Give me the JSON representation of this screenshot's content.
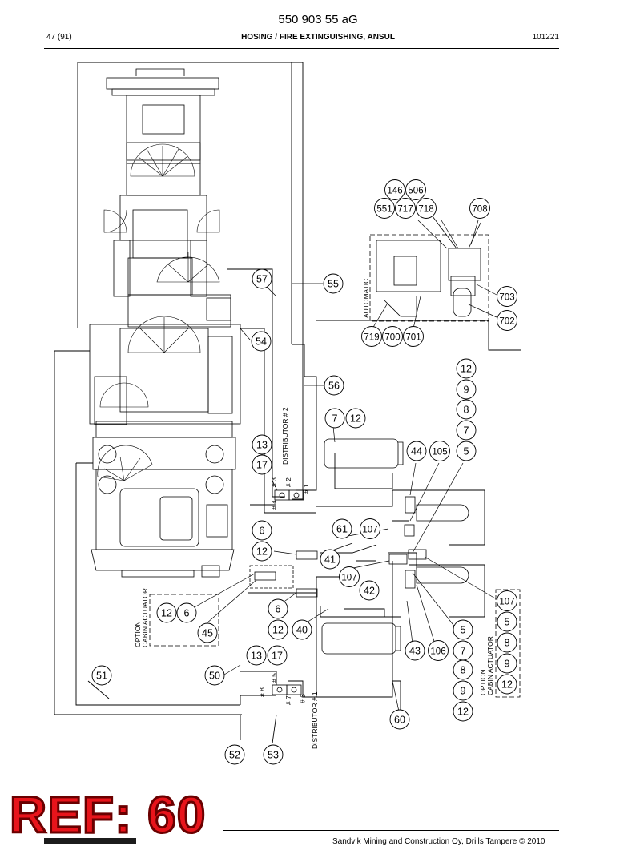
{
  "header": {
    "doc_number": "550 903 55 aG",
    "page": "47 (91)",
    "title": "HOSING / FIRE EXTINGUISHING, ANSUL",
    "date_code": "101221"
  },
  "callouts": [
    {
      "id": "c57",
      "label": "57"
    },
    {
      "id": "c55",
      "label": "55"
    },
    {
      "id": "c54",
      "label": "54"
    },
    {
      "id": "c56",
      "label": "56"
    },
    {
      "id": "c146",
      "label": "146"
    },
    {
      "id": "c506",
      "label": "506"
    },
    {
      "id": "c551",
      "label": "551"
    },
    {
      "id": "c717",
      "label": "717"
    },
    {
      "id": "c718",
      "label": "718"
    },
    {
      "id": "c708",
      "label": "708"
    },
    {
      "id": "c703",
      "label": "703"
    },
    {
      "id": "c702",
      "label": "702"
    },
    {
      "id": "c719",
      "label": "719"
    },
    {
      "id": "c700",
      "label": "700"
    },
    {
      "id": "c701",
      "label": "701"
    },
    {
      "id": "c12a",
      "label": "12"
    },
    {
      "id": "c9a",
      "label": "9"
    },
    {
      "id": "c8a",
      "label": "8"
    },
    {
      "id": "c7a",
      "label": "7"
    },
    {
      "id": "c5a",
      "label": "5"
    },
    {
      "id": "c7b",
      "label": "7"
    },
    {
      "id": "c12b",
      "label": "12"
    },
    {
      "id": "c13a",
      "label": "13"
    },
    {
      "id": "c17a",
      "label": "17"
    },
    {
      "id": "c44",
      "label": "44"
    },
    {
      "id": "c105",
      "label": "105"
    },
    {
      "id": "c6a",
      "label": "6"
    },
    {
      "id": "c12c",
      "label": "12"
    },
    {
      "id": "c61",
      "label": "61"
    },
    {
      "id": "c107a",
      "label": "107"
    },
    {
      "id": "c41",
      "label": "41"
    },
    {
      "id": "c107b",
      "label": "107"
    },
    {
      "id": "c42",
      "label": "42"
    },
    {
      "id": "c107c",
      "label": "107"
    },
    {
      "id": "c12d",
      "label": "12"
    },
    {
      "id": "c6b",
      "label": "6"
    },
    {
      "id": "c6c",
      "label": "6"
    },
    {
      "id": "c12e",
      "label": "12"
    },
    {
      "id": "c40",
      "label": "40"
    },
    {
      "id": "c45",
      "label": "45"
    },
    {
      "id": "c5b",
      "label": "5"
    },
    {
      "id": "c5c",
      "label": "5"
    },
    {
      "id": "c43",
      "label": "43"
    },
    {
      "id": "c106",
      "label": "106"
    },
    {
      "id": "c7c",
      "label": "7"
    },
    {
      "id": "c8b",
      "label": "8"
    },
    {
      "id": "c8c",
      "label": "8"
    },
    {
      "id": "c9b",
      "label": "9"
    },
    {
      "id": "c9c",
      "label": "9"
    },
    {
      "id": "c12f",
      "label": "12"
    },
    {
      "id": "c12g",
      "label": "12"
    },
    {
      "id": "c13b",
      "label": "13"
    },
    {
      "id": "c17b",
      "label": "17"
    },
    {
      "id": "c51",
      "label": "51"
    },
    {
      "id": "c50",
      "label": "50"
    },
    {
      "id": "c60",
      "label": "60"
    },
    {
      "id": "c52",
      "label": "52"
    },
    {
      "id": "c53",
      "label": "53"
    }
  ],
  "labels": {
    "automatic": "AUTOMATIC",
    "distributor2": "DISTRIBUTOR # 2",
    "distributor1": "DISTRIBUTOR # 1",
    "option_left_1": "OPTION",
    "option_left_2": "CABIN ACTUATOR",
    "option_right_1": "OPTION",
    "option_right_2": "CABIN ACTUATOR",
    "port3": "# 3",
    "port2": "# 2",
    "port1": "# 1",
    "port4": "# 4",
    "port5": "# 5",
    "port6": "# 6",
    "port7": "# 7",
    "port8": "# 8"
  },
  "footer": {
    "ref": "REF: 60",
    "copyright": "Sandvik Mining and Construction Oy, Drills Tampere © 2010"
  }
}
